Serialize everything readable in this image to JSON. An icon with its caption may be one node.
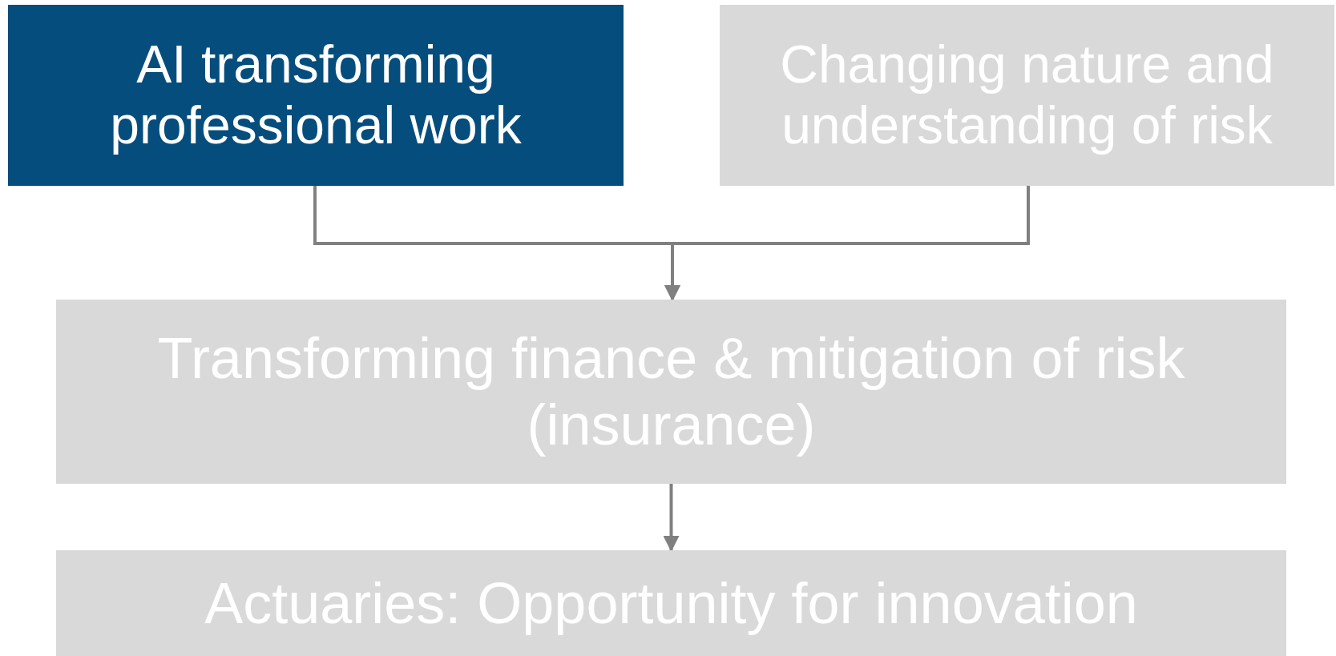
{
  "diagram": {
    "nodes": [
      {
        "text": [
          "AI transforming professional work"
        ]
      },
      {
        "text": [
          "Changing nature and understanding of risk"
        ]
      },
      {
        "text": [
          "Transforming finance & mitigation of risk (insurance)"
        ]
      },
      {
        "text": [
          "Actuaries: Opportunity for innovation"
        ]
      }
    ],
    "edges": [
      {
        "from": 0,
        "to": 2,
        "arrow": "to"
      },
      {
        "from": 1,
        "to": 2,
        "arrow": "to"
      },
      {
        "from": 2,
        "to": 3,
        "arrow": "to"
      }
    ]
  }
}
